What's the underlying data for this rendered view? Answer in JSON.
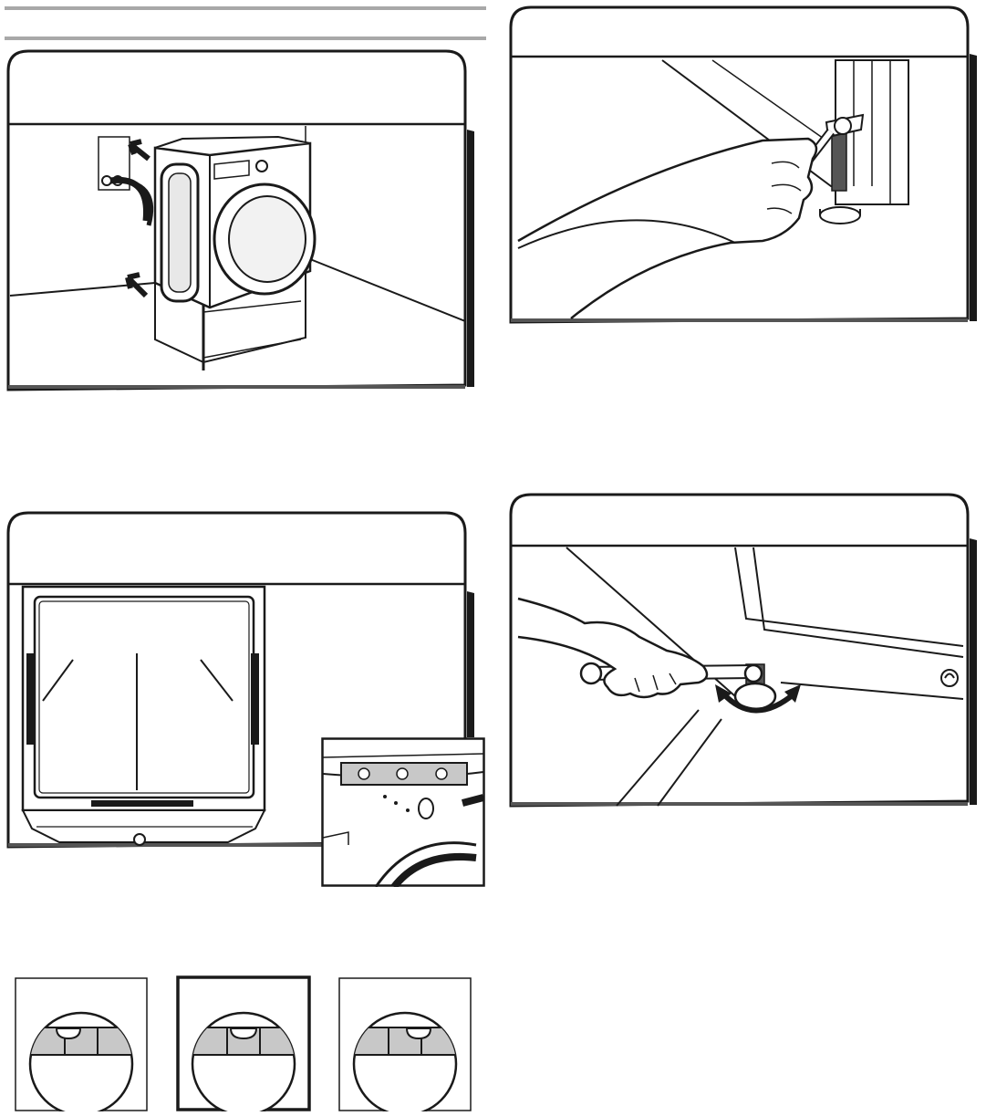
{
  "page": {
    "background": "#ffffff",
    "ink": "#1a1a1a",
    "shade": "#c8c8c8",
    "rule_color": "#a8a8a8"
  },
  "figures": [
    {
      "id": "connect-hoses",
      "subject": "washer-on-pedestal-against-wall",
      "icons": [
        "arrow-icon",
        "arrow-icon"
      ]
    },
    {
      "id": "adjust-leg-wrench",
      "subject": "hand-turning-wrench-on-leveling-leg-nut"
    },
    {
      "id": "front-level-view",
      "subject": "washer-front-view",
      "inset": "level-on-washer-top"
    },
    {
      "id": "turn-leveling-foot",
      "subject": "hand-turning-leveling-foot",
      "icons": [
        "rotate-arrows-icon"
      ]
    }
  ],
  "level_bubbles": [
    {
      "id": "bubble-left",
      "state": "not-level",
      "highlighted": false
    },
    {
      "id": "bubble-center",
      "state": "level",
      "highlighted": true
    },
    {
      "id": "bubble-right",
      "state": "not-level",
      "highlighted": false
    }
  ]
}
